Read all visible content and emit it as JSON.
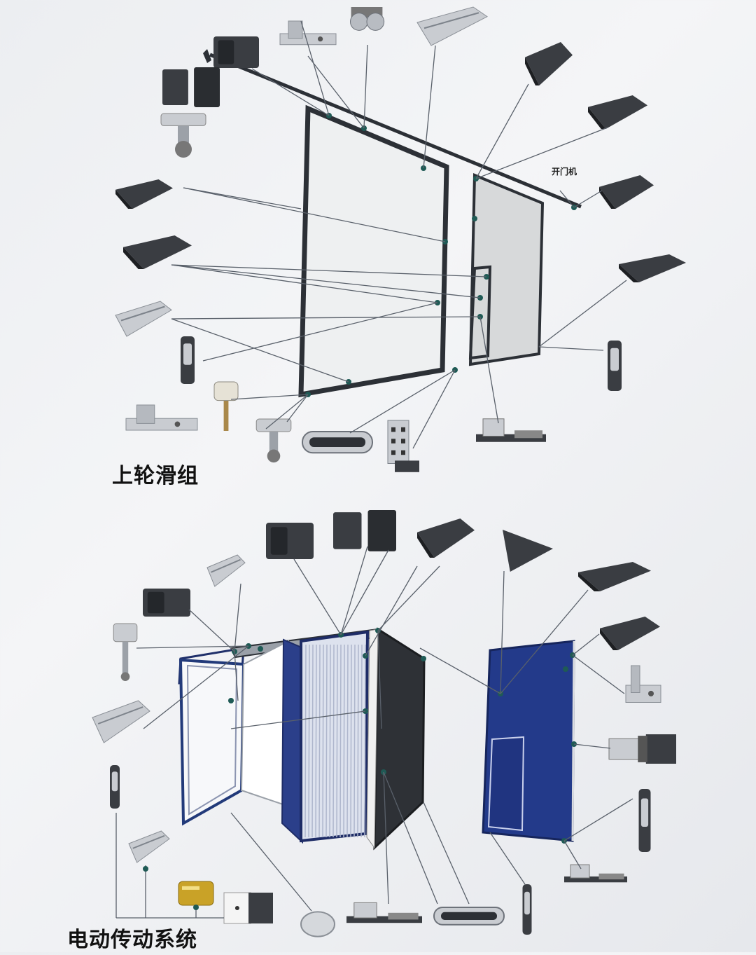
{
  "top_assembly": {
    "caption": "上轮滑组",
    "door_opener_label": "开门机",
    "component_count": 26
  },
  "bottom_assembly": {
    "caption": "电动传动系统",
    "component_count": 27
  },
  "colors": {
    "frame": "#2c3036",
    "leader": "#59606a",
    "node": "#1f5a55",
    "glass": "#eef0f1",
    "blue_panel": "#233a8a",
    "dark_panel": "#2e3136",
    "part_dark": "#3a3d42",
    "part_light": "#c9ccd1",
    "brass": "#c9a227"
  }
}
